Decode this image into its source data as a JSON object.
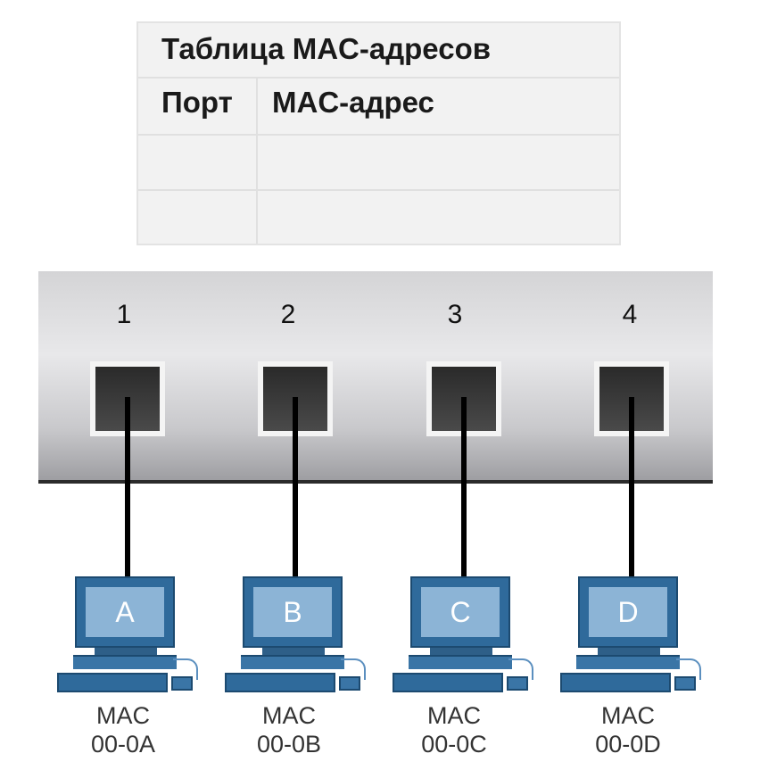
{
  "mac_table": {
    "title": "Таблица MAC-адресов",
    "headers": [
      "Порт",
      "MAC-адрес"
    ],
    "rows": [
      [
        "",
        ""
      ],
      [
        "",
        ""
      ]
    ]
  },
  "switch": {
    "ports": [
      "1",
      "2",
      "3",
      "4"
    ]
  },
  "hosts": [
    {
      "letter": "A",
      "mac_label": "MAC",
      "mac": "00-0A"
    },
    {
      "letter": "B",
      "mac_label": "MAC",
      "mac": "00-0B"
    },
    {
      "letter": "C",
      "mac_label": "MAC",
      "mac": "00-0C"
    },
    {
      "letter": "D",
      "mac_label": "MAC",
      "mac": "00-0D"
    }
  ],
  "colors": {
    "pc_body": "#2f6a9b",
    "pc_screen": "#8cb4d6",
    "cable": "#000000"
  }
}
